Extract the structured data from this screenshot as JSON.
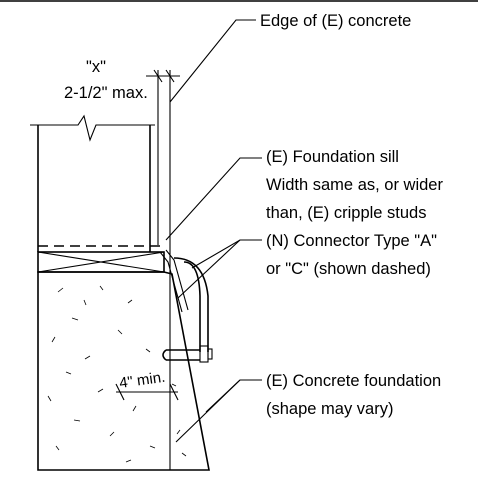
{
  "labels": {
    "edge_concrete": "Edge of (E) concrete",
    "dim_x": "\"x\"",
    "dim_max": "2-1/2\" max.",
    "sill_line1": "(E) Foundation sill",
    "sill_line2": "Width same as, or wider",
    "sill_line3": "than, (E) cripple studs",
    "connector_line1": "(N) Connector Type \"A\"",
    "connector_line2": "or \"C\" (shown dashed)",
    "min_dim": "4\" min.",
    "foundation_line1": "(E) Concrete foundation",
    "foundation_line2": "(shape may vary)"
  },
  "colors": {
    "ink": "#000000",
    "background": "#ffffff"
  }
}
